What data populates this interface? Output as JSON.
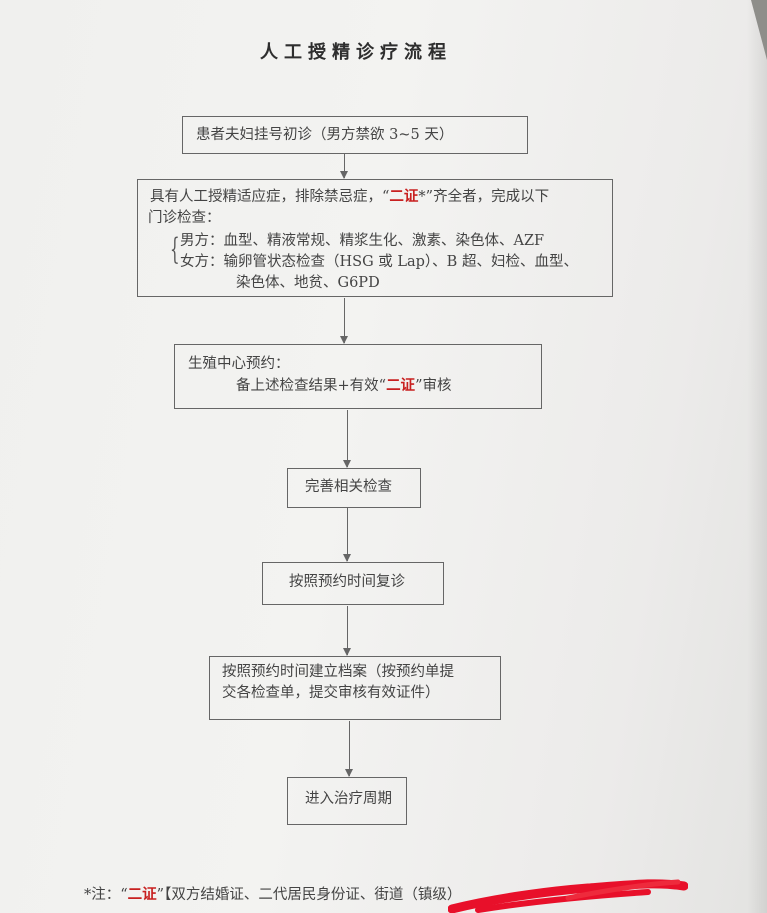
{
  "title": "人工授精诊疗流程",
  "steps": {
    "initial": "患者夫妇挂号初诊（男方禁欲 3~5 天）",
    "exam_line1_pre": "具有人工授精适应症，排除禁忌症，“",
    "exam_line1_red": "二证",
    "exam_line1_post": "*”齐全者，完成以下",
    "exam_line2": "门诊检查：",
    "exam_male": "男方：血型、精液常规、精浆生化、激素、染色体、AZF",
    "exam_female_1": "女方：输卵管状态检查（HSG 或 Lap）、B 超、妇检、血型、",
    "exam_female_2": "染色体、地贫、G6PD",
    "center_line1": "生殖中心预约：",
    "center_line2_pre": "备上述检查结果+有效“",
    "center_line2_red": "二证",
    "center_line2_post": "”审核",
    "complete_exam": "完善相关检查",
    "follow_up": "按照预约时间复诊",
    "archive_line1": "按照预约时间建立档案（按预约单提",
    "archive_line2": "交各检查单，提交审核有效证件）",
    "treatment": "进入治疗周期"
  },
  "note": {
    "prefix": "*注：“",
    "red": "二证",
    "suffix": "”【双方结婚证、二代居民身份证、街道（镇级）"
  },
  "colors": {
    "accent_red": "#c82020",
    "line": "#666666",
    "scribble": "#e8102a"
  }
}
